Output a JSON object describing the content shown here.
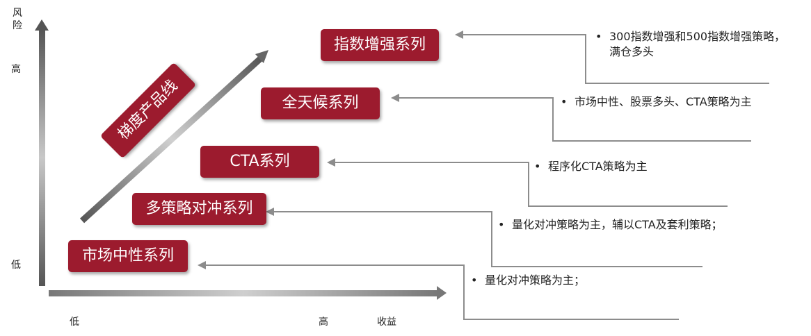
{
  "axes": {
    "y_title": [
      "风",
      "险"
    ],
    "y_high": "高",
    "y_low": "低",
    "x_low": "低",
    "x_high": "高",
    "x_title": "收益"
  },
  "diagonal_label": "梯度产品线",
  "series": [
    {
      "name": "指数增强系列",
      "desc_line1": "300指数增强和500指数增强策略，",
      "desc_line2": "满仓多头"
    },
    {
      "name": "全天候系列",
      "desc_line1": "市场中性、股票多头、CTA策略为主"
    },
    {
      "name": "CTA系列",
      "desc_line1": "程序化CTA策略为主"
    },
    {
      "name": "多策略对冲系列",
      "desc_line1": "量化对冲策略为主，辅以CTA及套利策略；"
    },
    {
      "name": "市场中性系列",
      "desc_line1": "量化对冲策略为主；"
    }
  ],
  "bullet": "•",
  "colors": {
    "box": "#9c1b2e",
    "line": "#8c8c8c"
  }
}
